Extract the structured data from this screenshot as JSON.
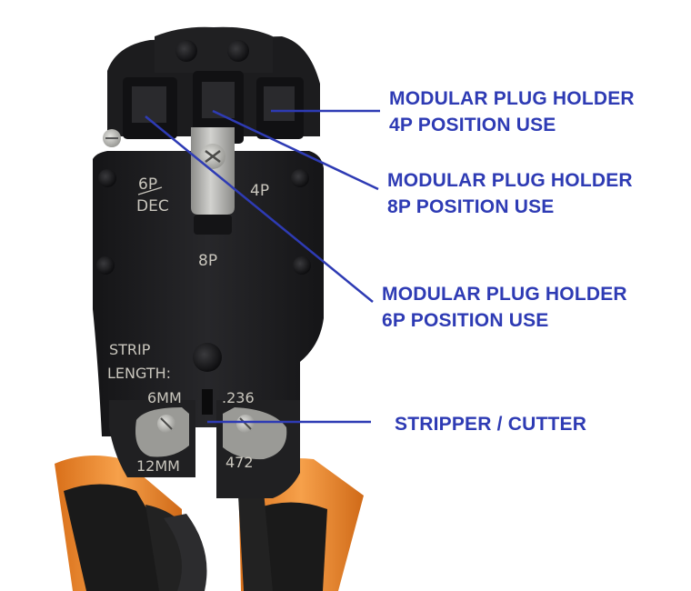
{
  "callouts": {
    "holder_4p": {
      "line1": "MODULAR PLUG HOLDER",
      "line2": "4P POSITION USE"
    },
    "holder_8p": {
      "line1": "MODULAR PLUG HOLDER",
      "line2": "8P POSITION USE"
    },
    "holder_6p": {
      "line1": "MODULAR PLUG HOLDER",
      "line2": "6P POSITION USE"
    },
    "stripper": {
      "line1": "STRIPPER / CUTTER"
    }
  },
  "engravings": {
    "six_p": "6P",
    "dec": "DEC",
    "four_p": "4P",
    "eight_p": "8P",
    "strip": "STRIP",
    "length": "LENGTH:",
    "six_mm": "6MM",
    "inch_236": ".236",
    "twelve_mm": "12MM",
    "inch_472": "472"
  },
  "colors": {
    "callout_text": "#2e3bb4",
    "leader_line": "#2e3bb4",
    "tool_body": "#1f1f21",
    "handle_orange": "#f08a2c",
    "handle_black": "#1a1a1a",
    "steel": "#b9b9b6"
  }
}
